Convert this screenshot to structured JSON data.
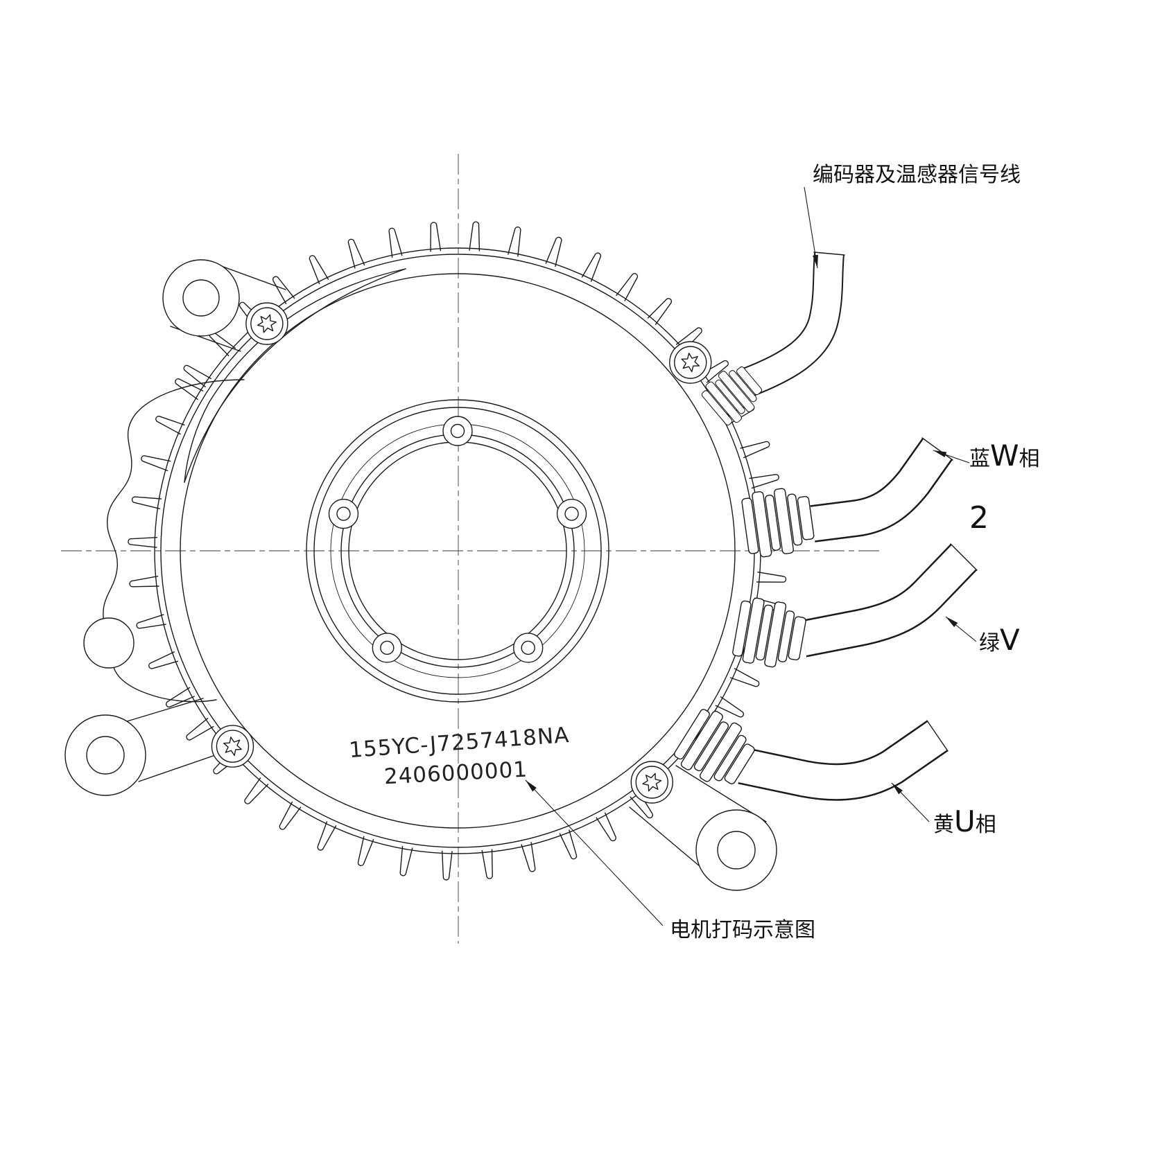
{
  "labels": {
    "signal_cable": "编码器及温感器信号线",
    "w_phase": {
      "prefix": "蓝",
      "phase": "W",
      "suffix": "相"
    },
    "v_phase": {
      "prefix": "绿",
      "phase": "V",
      "suffix": ""
    },
    "u_phase": {
      "prefix": "黄",
      "phase": "U",
      "suffix": "相"
    },
    "quantity": "2",
    "caption": "电机打码示意图"
  },
  "marking": {
    "line1": "155YC-J7257418NA",
    "line2": "2406000001"
  },
  "colors": {
    "line": "#1a1a1a",
    "background": "#ffffff"
  }
}
